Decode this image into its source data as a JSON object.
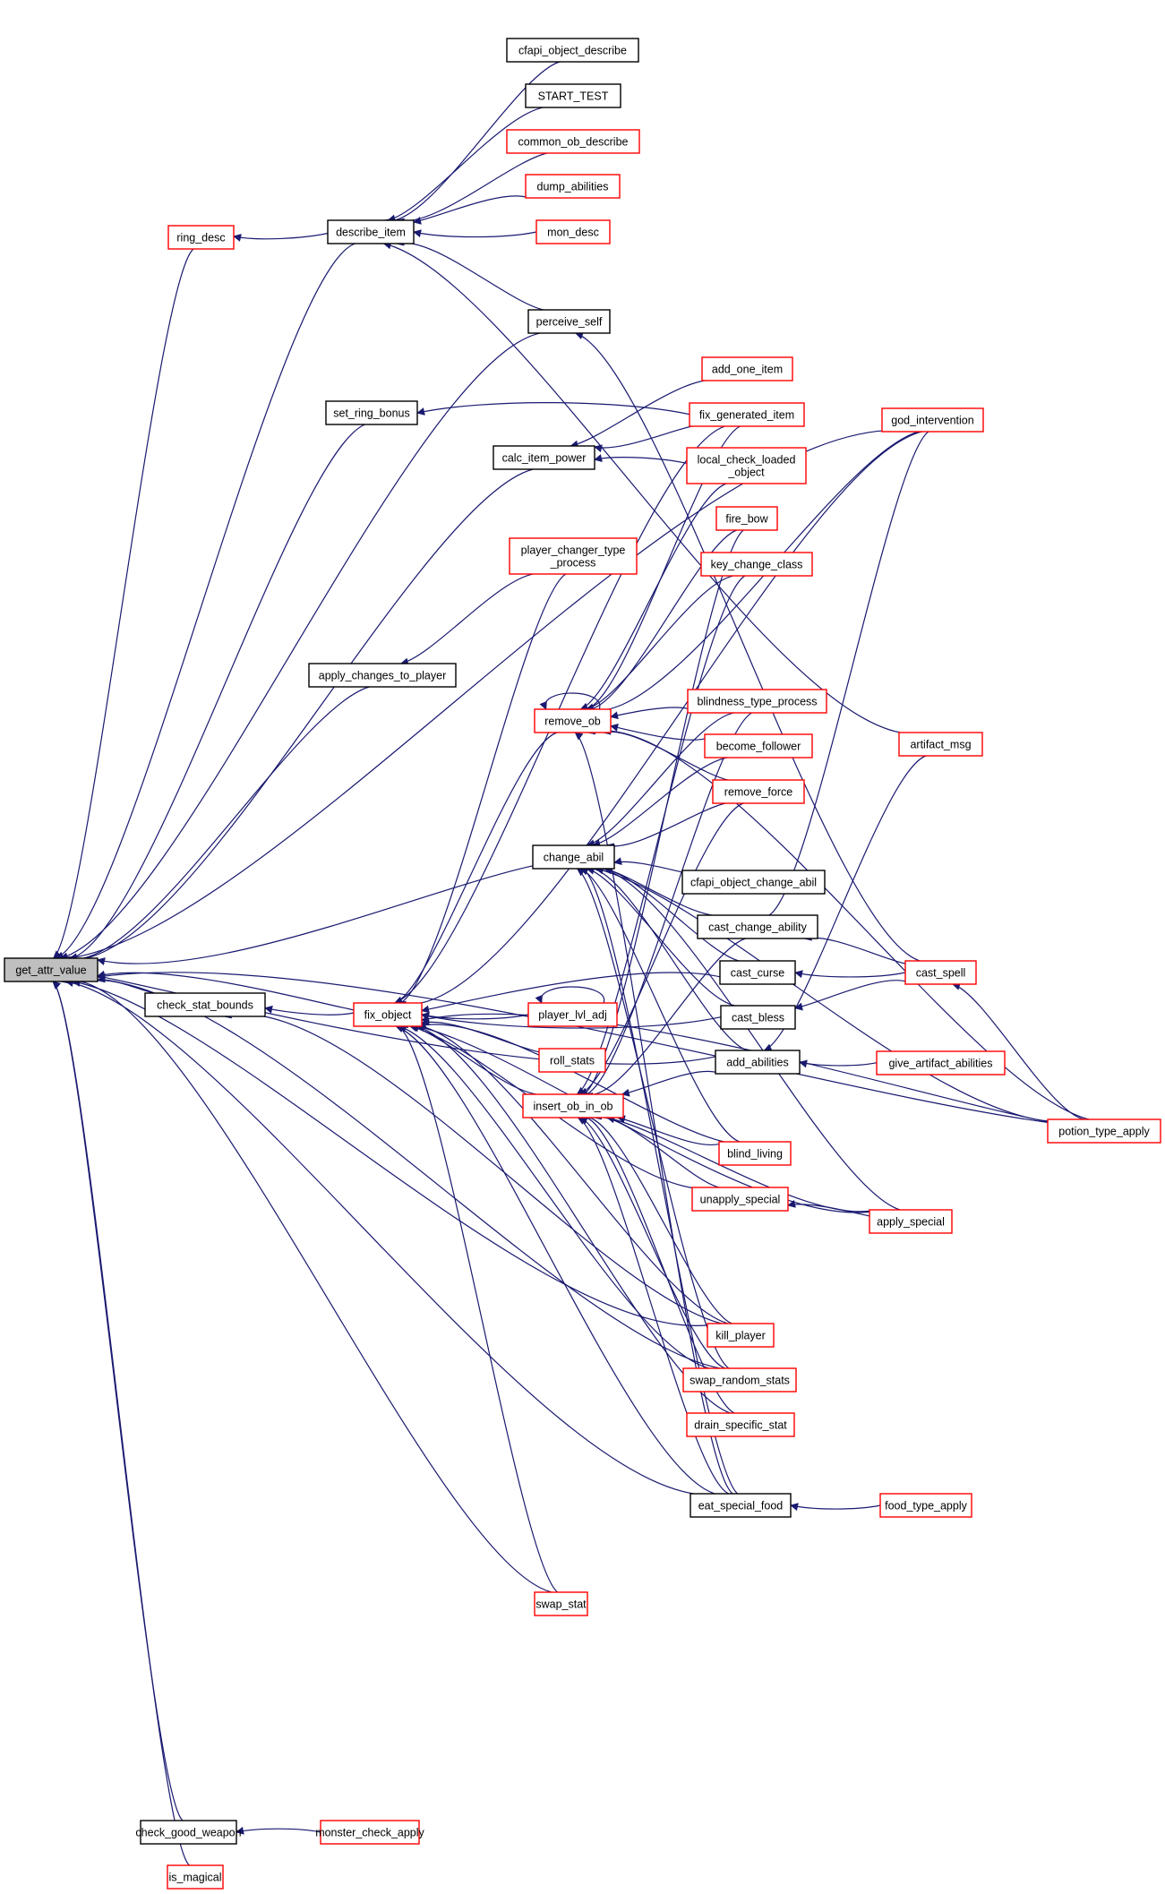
{
  "graph": {
    "type": "caller-graph",
    "colors": {
      "edge": "#191970",
      "node_border_default": "#000000",
      "node_border_incomplete": "#ff0000",
      "root_fill": "#bfbfbf",
      "node_fill": "#ffffff"
    },
    "root": "get_attr_value",
    "nodes": [
      {
        "id": "get_attr_value",
        "label": "get_attr_value",
        "style": "root"
      },
      {
        "id": "ring_desc",
        "label": "ring_desc",
        "style": "red"
      },
      {
        "id": "describe_item",
        "label": "describe_item",
        "style": "black"
      },
      {
        "id": "cfapi_object_describe",
        "label": "cfapi_object_describe",
        "style": "black"
      },
      {
        "id": "START_TEST",
        "label": "START_TEST",
        "style": "black"
      },
      {
        "id": "common_ob_describe",
        "label": "common_ob_describe",
        "style": "red"
      },
      {
        "id": "dump_abilities",
        "label": "dump_abilities",
        "style": "red"
      },
      {
        "id": "mon_desc",
        "label": "mon_desc",
        "style": "red"
      },
      {
        "id": "perceive_self",
        "label": "perceive_self",
        "style": "black"
      },
      {
        "id": "set_ring_bonus",
        "label": "set_ring_bonus",
        "style": "black"
      },
      {
        "id": "calc_item_power",
        "label": "calc_item_power",
        "style": "black"
      },
      {
        "id": "add_one_item",
        "label": "add_one_item",
        "style": "red"
      },
      {
        "id": "fix_generated_item",
        "label": "fix_generated_item",
        "style": "red"
      },
      {
        "id": "local_check_loaded_object",
        "label": "local_check_loaded\n_object",
        "style": "red"
      },
      {
        "id": "god_intervention",
        "label": "god_intervention",
        "style": "red"
      },
      {
        "id": "fire_bow",
        "label": "fire_bow",
        "style": "red"
      },
      {
        "id": "player_changer_type_process",
        "label": "player_changer_type\n_process",
        "style": "red"
      },
      {
        "id": "key_change_class",
        "label": "key_change_class",
        "style": "red"
      },
      {
        "id": "apply_changes_to_player",
        "label": "apply_changes_to_player",
        "style": "black"
      },
      {
        "id": "remove_ob",
        "label": "remove_ob",
        "style": "red"
      },
      {
        "id": "blindness_type_process",
        "label": "blindness_type_process",
        "style": "red"
      },
      {
        "id": "become_follower",
        "label": "become_follower",
        "style": "red"
      },
      {
        "id": "artifact_msg",
        "label": "artifact_msg",
        "style": "red"
      },
      {
        "id": "remove_force",
        "label": "remove_force",
        "style": "red"
      },
      {
        "id": "change_abil",
        "label": "change_abil",
        "style": "black"
      },
      {
        "id": "cfapi_object_change_abil",
        "label": "cfapi_object_change_abil",
        "style": "black"
      },
      {
        "id": "cast_change_ability",
        "label": "cast_change_ability",
        "style": "black"
      },
      {
        "id": "check_stat_bounds",
        "label": "check_stat_bounds",
        "style": "black"
      },
      {
        "id": "fix_object",
        "label": "fix_object",
        "style": "red"
      },
      {
        "id": "cast_curse",
        "label": "cast_curse",
        "style": "black"
      },
      {
        "id": "cast_spell",
        "label": "cast_spell",
        "style": "red"
      },
      {
        "id": "player_lvl_adj",
        "label": "player_lvl_adj",
        "style": "red"
      },
      {
        "id": "cast_bless",
        "label": "cast_bless",
        "style": "black"
      },
      {
        "id": "roll_stats",
        "label": "roll_stats",
        "style": "red"
      },
      {
        "id": "add_abilities",
        "label": "add_abilities",
        "style": "black"
      },
      {
        "id": "give_artifact_abilities",
        "label": "give_artifact_abilities",
        "style": "red"
      },
      {
        "id": "insert_ob_in_ob",
        "label": "insert_ob_in_ob",
        "style": "red"
      },
      {
        "id": "potion_type_apply",
        "label": "potion_type_apply",
        "style": "red"
      },
      {
        "id": "blind_living",
        "label": "blind_living",
        "style": "red"
      },
      {
        "id": "unapply_special",
        "label": "unapply_special",
        "style": "red"
      },
      {
        "id": "apply_special",
        "label": "apply_special",
        "style": "red"
      },
      {
        "id": "kill_player",
        "label": "kill_player",
        "style": "red"
      },
      {
        "id": "swap_random_stats",
        "label": "swap_random_stats",
        "style": "red"
      },
      {
        "id": "drain_specific_stat",
        "label": "drain_specific_stat",
        "style": "red"
      },
      {
        "id": "eat_special_food",
        "label": "eat_special_food",
        "style": "black"
      },
      {
        "id": "food_type_apply",
        "label": "food_type_apply",
        "style": "red"
      },
      {
        "id": "swap_stat",
        "label": "swap_stat",
        "style": "red"
      },
      {
        "id": "check_good_weapon",
        "label": "check_good_weapon",
        "style": "black"
      },
      {
        "id": "monster_check_apply",
        "label": "monster_check_apply",
        "style": "red"
      },
      {
        "id": "is_magical",
        "label": "is_magical",
        "style": "red"
      }
    ],
    "edges": [
      {
        "from": "ring_desc",
        "to": "get_attr_value"
      },
      {
        "from": "describe_item",
        "to": "ring_desc"
      },
      {
        "from": "describe_item",
        "to": "get_attr_value"
      },
      {
        "from": "cfapi_object_describe",
        "to": "describe_item"
      },
      {
        "from": "START_TEST",
        "to": "describe_item"
      },
      {
        "from": "common_ob_describe",
        "to": "describe_item"
      },
      {
        "from": "dump_abilities",
        "to": "describe_item"
      },
      {
        "from": "mon_desc",
        "to": "describe_item"
      },
      {
        "from": "perceive_self",
        "to": "describe_item"
      },
      {
        "from": "artifact_msg",
        "to": "describe_item"
      },
      {
        "from": "perceive_self",
        "to": "get_attr_value"
      },
      {
        "from": "cast_spell",
        "to": "perceive_self"
      },
      {
        "from": "god_intervention",
        "to": "get_attr_value"
      },
      {
        "from": "set_ring_bonus",
        "to": "get_attr_value"
      },
      {
        "from": "fix_generated_item",
        "to": "set_ring_bonus"
      },
      {
        "from": "calc_item_power",
        "to": "get_attr_value"
      },
      {
        "from": "add_one_item",
        "to": "calc_item_power"
      },
      {
        "from": "fix_generated_item",
        "to": "calc_item_power"
      },
      {
        "from": "local_check_loaded_object",
        "to": "calc_item_power"
      },
      {
        "from": "apply_changes_to_player",
        "to": "get_attr_value"
      },
      {
        "from": "player_changer_type_process",
        "to": "apply_changes_to_player"
      },
      {
        "from": "change_abil",
        "to": "get_attr_value"
      },
      {
        "from": "check_stat_bounds",
        "to": "get_attr_value"
      },
      {
        "from": "fix_object",
        "to": "check_stat_bounds"
      },
      {
        "from": "fix_object",
        "to": "get_attr_value"
      },
      {
        "from": "add_abilities",
        "to": "get_attr_value"
      },
      {
        "from": "kill_player",
        "to": "check_stat_bounds"
      },
      {
        "from": "remove_ob",
        "to": "remove_ob"
      },
      {
        "from": "blindness_type_process",
        "to": "remove_ob"
      },
      {
        "from": "become_follower",
        "to": "remove_ob"
      },
      {
        "from": "remove_force",
        "to": "remove_ob"
      },
      {
        "from": "fire_bow",
        "to": "remove_ob"
      },
      {
        "from": "key_change_class",
        "to": "remove_ob"
      },
      {
        "from": "god_intervention",
        "to": "remove_ob"
      },
      {
        "from": "potion_type_apply",
        "to": "remove_ob"
      },
      {
        "from": "fix_generated_item",
        "to": "remove_ob"
      },
      {
        "from": "local_check_loaded_object",
        "to": "remove_ob"
      },
      {
        "from": "eat_special_food",
        "to": "remove_ob"
      },
      {
        "from": "blindness_type_process",
        "to": "change_abil"
      },
      {
        "from": "remove_force",
        "to": "change_abil"
      },
      {
        "from": "become_follower",
        "to": "change_abil"
      },
      {
        "from": "potion_type_apply",
        "to": "change_abil"
      },
      {
        "from": "cfapi_object_change_abil",
        "to": "change_abil"
      },
      {
        "from": "cast_change_ability",
        "to": "change_abil"
      },
      {
        "from": "cast_curse",
        "to": "change_abil"
      },
      {
        "from": "cast_bless",
        "to": "change_abil"
      },
      {
        "from": "add_abilities",
        "to": "change_abil"
      },
      {
        "from": "blind_living",
        "to": "change_abil"
      },
      {
        "from": "eat_special_food",
        "to": "change_abil"
      },
      {
        "from": "swap_random_stats",
        "to": "change_abil"
      },
      {
        "from": "apply_special",
        "to": "change_abil"
      },
      {
        "from": "god_intervention",
        "to": "cast_change_ability"
      },
      {
        "from": "cast_spell",
        "to": "cast_change_ability"
      },
      {
        "from": "cast_spell",
        "to": "cast_curse"
      },
      {
        "from": "cast_spell",
        "to": "cast_bless"
      },
      {
        "from": "potion_type_apply",
        "to": "cast_spell"
      },
      {
        "from": "artifact_msg",
        "to": "add_abilities"
      },
      {
        "from": "give_artifact_abilities",
        "to": "add_abilities"
      },
      {
        "from": "player_lvl_adj",
        "to": "player_lvl_adj"
      },
      {
        "from": "player_lvl_adj",
        "to": "fix_object"
      },
      {
        "from": "roll_stats",
        "to": "fix_object"
      },
      {
        "from": "insert_ob_in_ob",
        "to": "fix_object"
      },
      {
        "from": "remove_ob",
        "to": "fix_object"
      },
      {
        "from": "player_changer_type_process",
        "to": "fix_object"
      },
      {
        "from": "fix_generated_item",
        "to": "fix_object"
      },
      {
        "from": "god_intervention",
        "to": "fix_object"
      },
      {
        "from": "cast_curse",
        "to": "fix_object"
      },
      {
        "from": "cast_bless",
        "to": "fix_object"
      },
      {
        "from": "blind_living",
        "to": "fix_object"
      },
      {
        "from": "unapply_special",
        "to": "fix_object"
      },
      {
        "from": "kill_player",
        "to": "fix_object"
      },
      {
        "from": "swap_random_stats",
        "to": "fix_object"
      },
      {
        "from": "drain_specific_stat",
        "to": "fix_object"
      },
      {
        "from": "eat_special_food",
        "to": "fix_object"
      },
      {
        "from": "swap_stat",
        "to": "fix_object"
      },
      {
        "from": "apply_special",
        "to": "fix_object"
      },
      {
        "from": "potion_type_apply",
        "to": "fix_object"
      },
      {
        "from": "blind_living",
        "to": "insert_ob_in_ob"
      },
      {
        "from": "add_abilities",
        "to": "insert_ob_in_ob"
      },
      {
        "from": "fire_bow",
        "to": "insert_ob_in_ob"
      },
      {
        "from": "key_change_class",
        "to": "insert_ob_in_ob"
      },
      {
        "from": "blindness_type_process",
        "to": "insert_ob_in_ob"
      },
      {
        "from": "remove_force",
        "to": "insert_ob_in_ob"
      },
      {
        "from": "cast_change_ability",
        "to": "insert_ob_in_ob"
      },
      {
        "from": "unapply_special",
        "to": "insert_ob_in_ob"
      },
      {
        "from": "apply_special",
        "to": "insert_ob_in_ob"
      },
      {
        "from": "kill_player",
        "to": "insert_ob_in_ob"
      },
      {
        "from": "swap_random_stats",
        "to": "insert_ob_in_ob"
      },
      {
        "from": "drain_specific_stat",
        "to": "insert_ob_in_ob"
      },
      {
        "from": "eat_special_food",
        "to": "insert_ob_in_ob"
      },
      {
        "from": "apply_special",
        "to": "unapply_special"
      },
      {
        "from": "food_type_apply",
        "to": "eat_special_food"
      },
      {
        "from": "swap_stat",
        "to": "get_attr_value"
      },
      {
        "from": "kill_player",
        "to": "get_attr_value"
      },
      {
        "from": "swap_random_stats",
        "to": "get_attr_value"
      },
      {
        "from": "eat_special_food",
        "to": "get_attr_value"
      },
      {
        "from": "potion_type_apply",
        "to": "get_attr_value"
      },
      {
        "from": "check_good_weapon",
        "to": "get_attr_value"
      },
      {
        "from": "monster_check_apply",
        "to": "check_good_weapon"
      },
      {
        "from": "is_magical",
        "to": "get_attr_value"
      }
    ]
  }
}
